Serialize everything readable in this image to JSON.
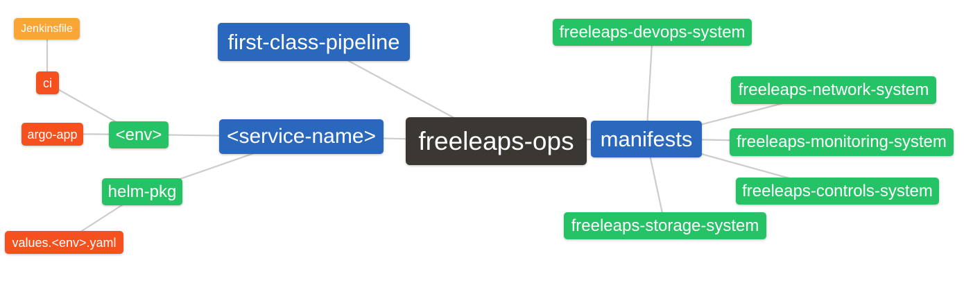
{
  "diagram": {
    "type": "mindmap",
    "root_id": "freeleaps-ops",
    "palette": {
      "blue": "#2a68bd",
      "green": "#25c365",
      "orange": "#f9a636",
      "red": "#f4511e",
      "dark": "#3b3733",
      "edge": "#cccccc",
      "text": "#ffffff",
      "background": "#ffffff"
    },
    "nodes": [
      {
        "id": "jenkinsfile",
        "label": "Jenkinsfile",
        "color": "orange"
      },
      {
        "id": "ci",
        "label": "ci",
        "color": "red"
      },
      {
        "id": "argo-app",
        "label": "argo-app",
        "color": "red"
      },
      {
        "id": "env",
        "label": "<env>",
        "color": "green"
      },
      {
        "id": "helm-pkg",
        "label": "helm-pkg",
        "color": "green"
      },
      {
        "id": "values-env-yaml",
        "label": "values.<env>.yaml",
        "color": "red"
      },
      {
        "id": "first-class-pipeline",
        "label": "first-class-pipeline",
        "color": "blue"
      },
      {
        "id": "service-name",
        "label": "<service-name>",
        "color": "blue"
      },
      {
        "id": "freeleaps-ops",
        "label": "freeleaps-ops",
        "color": "dark",
        "role": "root"
      },
      {
        "id": "manifests",
        "label": "manifests",
        "color": "blue"
      },
      {
        "id": "freeleaps-devops-system",
        "label": "freeleaps-devops-system",
        "color": "green"
      },
      {
        "id": "freeleaps-network-system",
        "label": "freeleaps-network-system",
        "color": "green"
      },
      {
        "id": "freeleaps-monitoring-system",
        "label": "freeleaps-monitoring-system",
        "color": "green"
      },
      {
        "id": "freeleaps-controls-system",
        "label": "freeleaps-controls-system",
        "color": "green"
      },
      {
        "id": "freeleaps-storage-system",
        "label": "freeleaps-storage-system",
        "color": "green"
      }
    ],
    "edges": [
      {
        "from": "jenkinsfile",
        "to": "ci"
      },
      {
        "from": "ci",
        "to": "env"
      },
      {
        "from": "argo-app",
        "to": "env"
      },
      {
        "from": "env",
        "to": "service-name"
      },
      {
        "from": "helm-pkg",
        "to": "service-name"
      },
      {
        "from": "values-env-yaml",
        "to": "helm-pkg"
      },
      {
        "from": "first-class-pipeline",
        "to": "freeleaps-ops"
      },
      {
        "from": "service-name",
        "to": "freeleaps-ops"
      },
      {
        "from": "freeleaps-ops",
        "to": "manifests"
      },
      {
        "from": "manifests",
        "to": "freeleaps-devops-system"
      },
      {
        "from": "manifests",
        "to": "freeleaps-network-system"
      },
      {
        "from": "manifests",
        "to": "freeleaps-monitoring-system"
      },
      {
        "from": "manifests",
        "to": "freeleaps-controls-system"
      },
      {
        "from": "manifests",
        "to": "freeleaps-storage-system"
      }
    ]
  }
}
